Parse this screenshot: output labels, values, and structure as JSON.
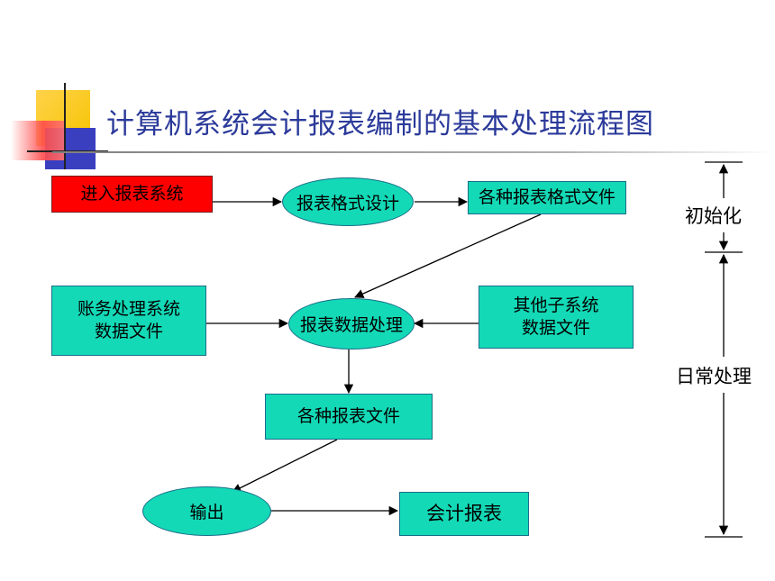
{
  "title": "计算机系统会计报表编制的基本处理流程图",
  "nodes": {
    "enter_system": "进入报表系统",
    "format_design": "报表格式设计",
    "format_files": "各种报表格式文件",
    "accounting_data": "账务处理系统\n数据文件",
    "data_processing": "报表数据处理",
    "other_data": "其他子系统\n数据文件",
    "report_files": "各种报表文件",
    "output": "输出",
    "accounting_reports": "会计报表"
  },
  "phases": {
    "init": "初始化",
    "daily": "日常处理"
  },
  "colors": {
    "node_fill": "#13d9b6",
    "start_fill": "#ff0000",
    "title_color": "#2b3a9a"
  }
}
